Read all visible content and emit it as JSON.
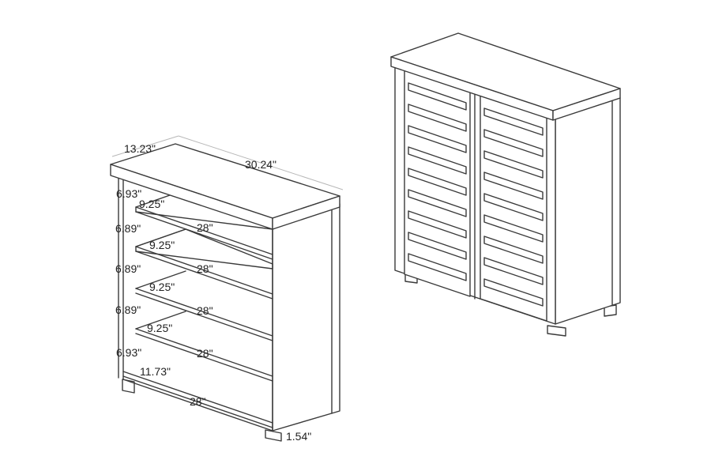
{
  "dimensions": {
    "depth_top": "13.23\"",
    "width_top": "30.24\"",
    "gap_1": "6.93\"",
    "gap_2": "6.89\"",
    "gap_3": "6.89\"",
    "gap_4": "6.89\"",
    "gap_5": "6.93\"",
    "shelf_depth_1": "9.25\"",
    "shelf_depth_2": "9.25\"",
    "shelf_depth_3": "9.25\"",
    "shelf_depth_4": "9.25\"",
    "shelf_width_1": "28\"",
    "shelf_width_2": "28\"",
    "shelf_width_3": "28\"",
    "shelf_width_4": "28\"",
    "bottom_depth": "11.73\"",
    "bottom_width": "28\"",
    "foot_height": "1.54\""
  },
  "colors": {
    "line": "#3a3a3a",
    "dimension_line": "#b8b8b8",
    "text": "#222222",
    "background": "#ffffff"
  }
}
